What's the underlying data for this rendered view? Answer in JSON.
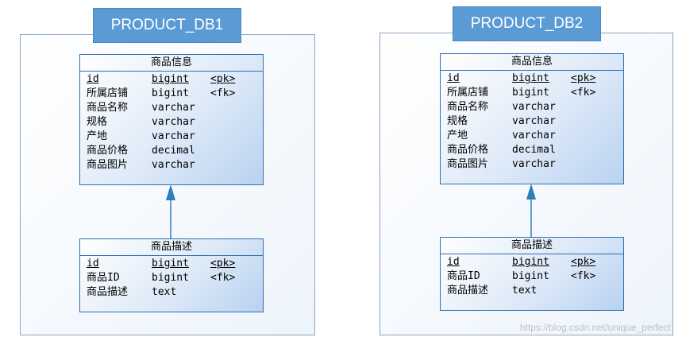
{
  "databases": [
    {
      "title": "PRODUCT_DB1",
      "tables": [
        {
          "title": "商品信息",
          "rows": [
            {
              "name": "id",
              "type": "bigint",
              "key": "<pk>"
            },
            {
              "name": "所属店铺",
              "type": "bigint",
              "key": "<fk>"
            },
            {
              "name": "商品名称",
              "type": "varchar",
              "key": ""
            },
            {
              "name": "规格",
              "type": "varchar",
              "key": ""
            },
            {
              "name": "产地",
              "type": "varchar",
              "key": ""
            },
            {
              "name": "商品价格",
              "type": "decimal",
              "key": ""
            },
            {
              "name": "商品图片",
              "type": "varchar",
              "key": ""
            }
          ]
        },
        {
          "title": "商品描述",
          "rows": [
            {
              "name": "id",
              "type": "bigint",
              "key": "<pk>"
            },
            {
              "name": "商品ID",
              "type": "bigint",
              "key": "<fk>"
            },
            {
              "name": "商品描述",
              "type": "text",
              "key": ""
            }
          ]
        }
      ]
    },
    {
      "title": "PRODUCT_DB2",
      "tables": [
        {
          "title": "商品信息",
          "rows": [
            {
              "name": "id",
              "type": "bigint",
              "key": "<pk>"
            },
            {
              "name": "所属店铺",
              "type": "bigint",
              "key": "<fk>"
            },
            {
              "name": "商品名称",
              "type": "varchar",
              "key": ""
            },
            {
              "name": "规格",
              "type": "varchar",
              "key": ""
            },
            {
              "name": "产地",
              "type": "varchar",
              "key": ""
            },
            {
              "name": "商品价格",
              "type": "decimal",
              "key": ""
            },
            {
              "name": "商品图片",
              "type": "varchar",
              "key": ""
            }
          ]
        },
        {
          "title": "商品描述",
          "rows": [
            {
              "name": "id",
              "type": "bigint",
              "key": "<pk>"
            },
            {
              "name": "商品ID",
              "type": "bigint",
              "key": "<fk>"
            },
            {
              "name": "商品描述",
              "type": "text",
              "key": ""
            }
          ]
        }
      ]
    }
  ],
  "watermark": "https://blog.csdn.net/unique_perfect",
  "colors": {
    "title_bg": "#5b9bd5",
    "entity_border": "#2f6fb3",
    "connector": "#2f7fb8"
  }
}
